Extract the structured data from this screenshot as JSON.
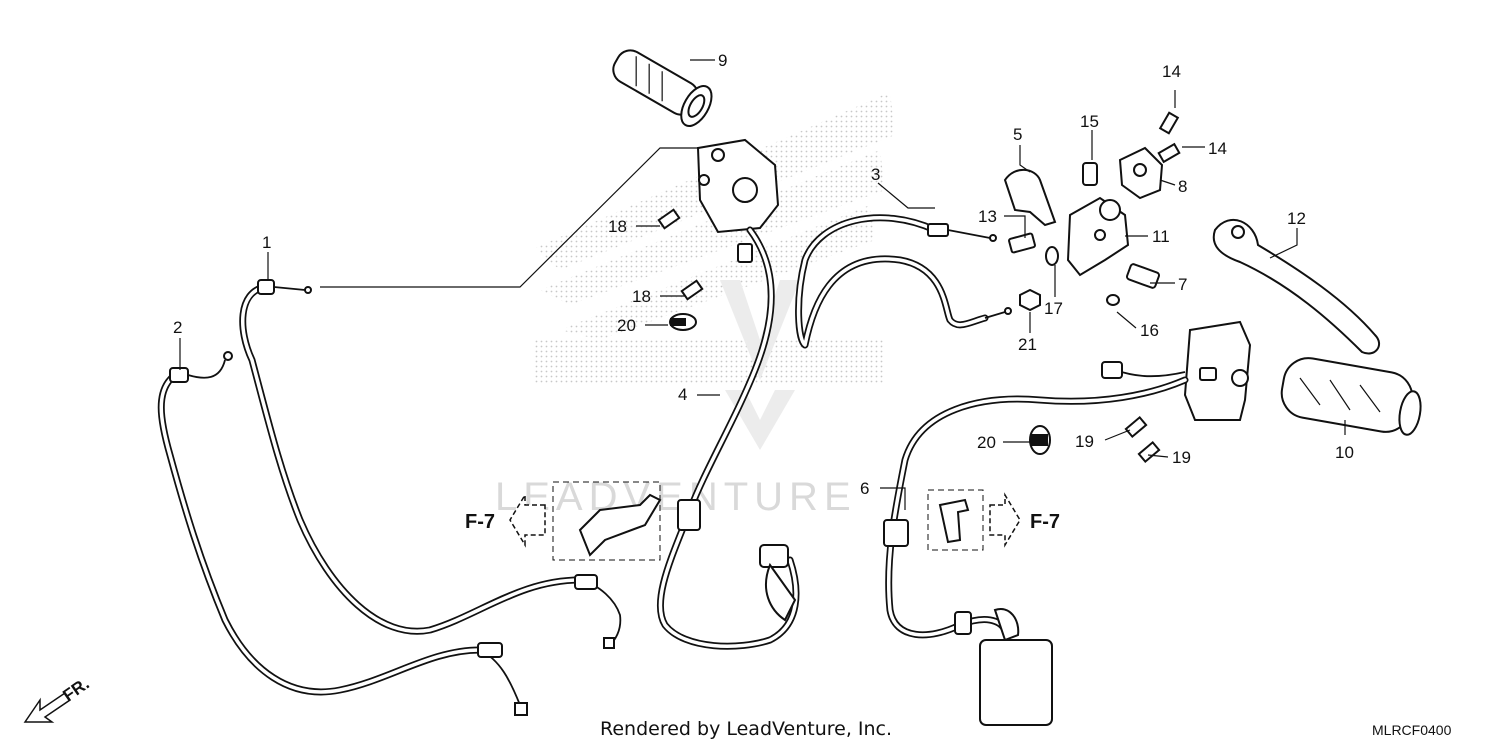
{
  "callouts": {
    "c1": "1",
    "c2": "2",
    "c3": "3",
    "c4": "4",
    "c5": "5",
    "c6": "6",
    "c7": "7",
    "c8": "8",
    "c9": "9",
    "c10": "10",
    "c11": "11",
    "c12": "12",
    "c13": "13",
    "c14a": "14",
    "c14b": "14",
    "c15": "15",
    "c16": "16",
    "c17": "17",
    "c18a": "18",
    "c18b": "18",
    "c19a": "19",
    "c19b": "19",
    "c20a": "20",
    "c20b": "20",
    "c21": "21"
  },
  "references": {
    "left": "F-7",
    "right": "F-7"
  },
  "direction": "FR.",
  "watermark": "LEADVENTURE",
  "caption": "Rendered by LeadVenture, Inc.",
  "diagram_code": "MLRCF0400"
}
